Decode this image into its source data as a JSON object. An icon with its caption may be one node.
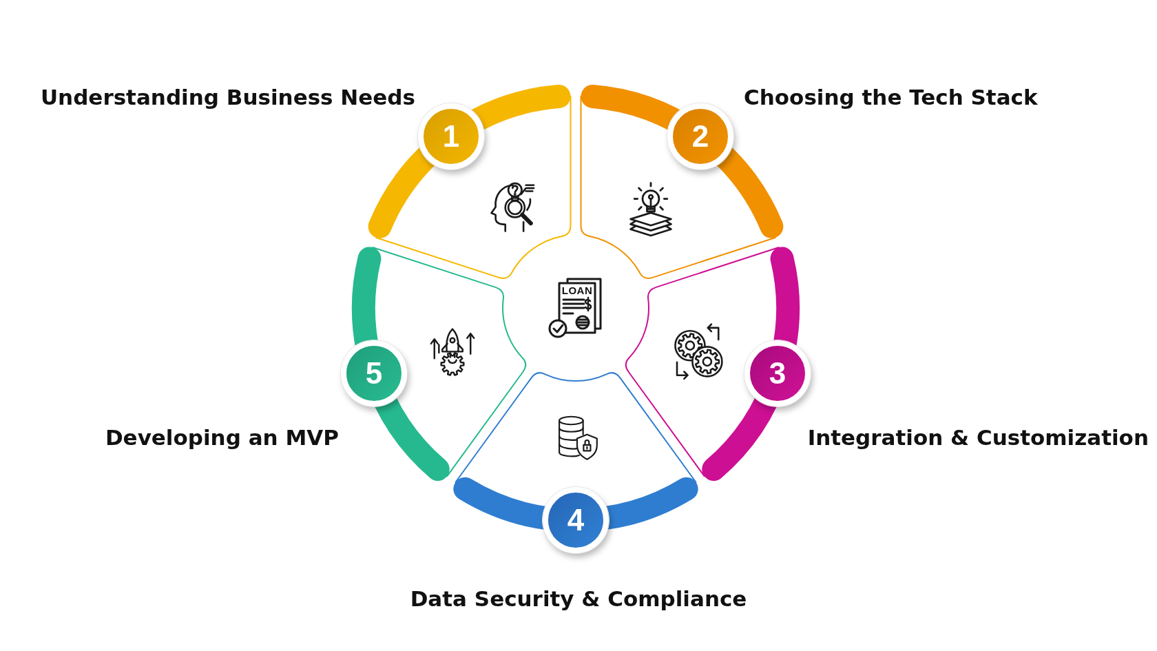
{
  "diagram": {
    "nodes": [
      {
        "text": [
          "1"
        ],
        "beside": [
          "Understanding Business Needs"
        ]
      },
      {
        "text": [
          "2"
        ],
        "beside": [
          "Choosing the Tech Stack"
        ]
      },
      {
        "text": [
          "3"
        ],
        "beside": [
          "Integration & Customization"
        ]
      },
      {
        "text": [
          "4"
        ],
        "beside": [
          "Data Security & Compliance"
        ]
      },
      {
        "text": [
          "5"
        ],
        "beside": [
          "Developing an MVP"
        ]
      }
    ],
    "labels": [
      "LOAN"
    ]
  }
}
